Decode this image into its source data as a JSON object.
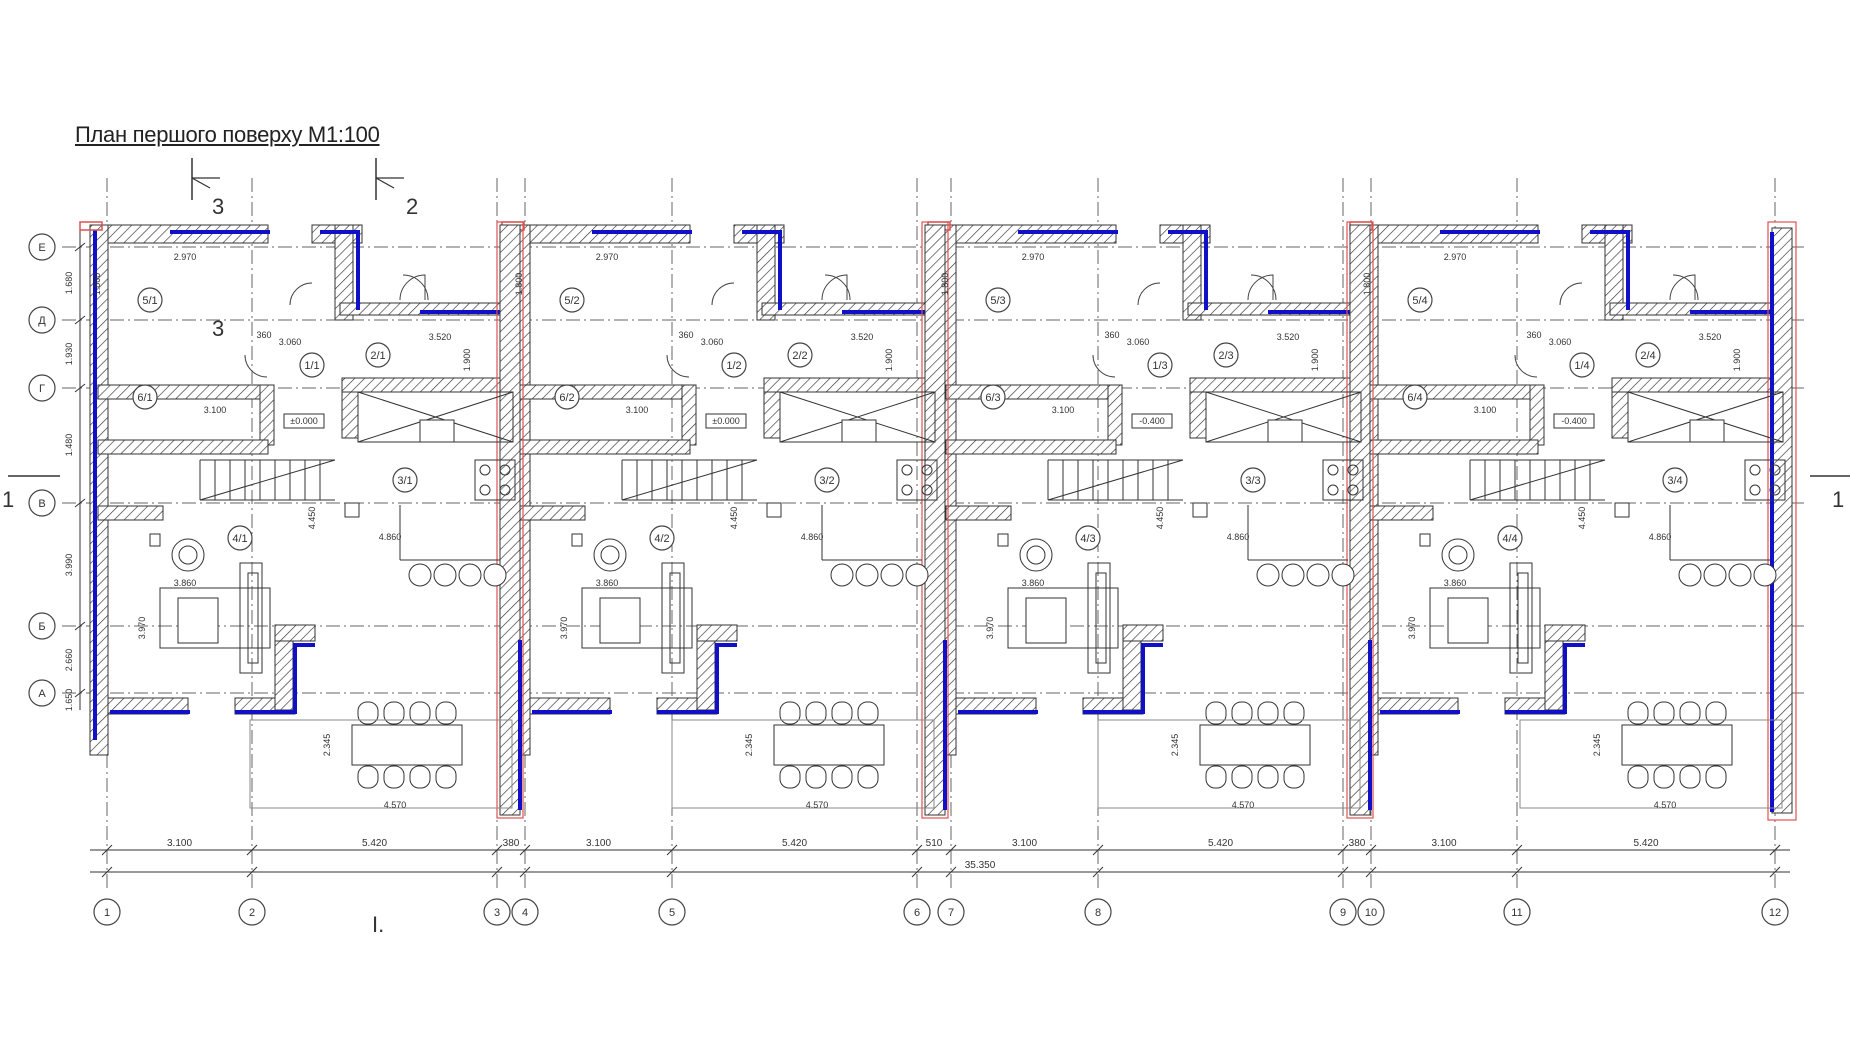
{
  "title": "План першого поверху М1:100",
  "stray_mark": "І.",
  "section_marks": [
    {
      "label": "3"
    },
    {
      "label": "2"
    },
    {
      "label": "3"
    },
    {
      "label": "1"
    },
    {
      "label": "1"
    }
  ],
  "row_axes": [
    "Е",
    "Д",
    "Г",
    "В",
    "Б",
    "А"
  ],
  "col_axes": [
    "1",
    "2",
    "3",
    "4",
    "5",
    "6",
    "7",
    "8",
    "9",
    "10",
    "11",
    "12"
  ],
  "bottom_dims": [
    "3.100",
    "5.420",
    "380",
    "3.100",
    "5.420",
    "510",
    "3.100",
    "5.420",
    "380",
    "3.100",
    "5.420"
  ],
  "total_dim": "35.350",
  "left_dims": [
    "1.680",
    "1.930",
    "1.480",
    "3.990",
    "2.660",
    "1.650"
  ],
  "units": [
    {
      "a": "5/1",
      "b": "1/1",
      "c": "2/1",
      "d": "6/1",
      "e": "3/1",
      "f": "4/1",
      "level": "±0.000"
    },
    {
      "a": "5/2",
      "b": "1/2",
      "c": "2/2",
      "d": "6/2",
      "e": "3/2",
      "f": "4/2",
      "level": "±0.000"
    },
    {
      "a": "5/3",
      "b": "1/3",
      "c": "2/3",
      "d": "6/3",
      "e": "3/3",
      "f": "4/3",
      "level": "-0.400"
    },
    {
      "a": "5/4",
      "b": "1/4",
      "c": "2/4",
      "d": "6/4",
      "e": "3/4",
      "f": "4/4",
      "level": "-0.400"
    }
  ],
  "unit_dims": {
    "d_top": "2.970",
    "d_hall": "3.520",
    "d_hall_left": "3.060",
    "d_wc": "3.100",
    "d_liv_w": "4.860",
    "d_liv_h": "4.450",
    "d_kit": "3.860",
    "d_kit_h": "3.970",
    "d_din_w": "4.570",
    "d_din_h": "2.345",
    "d_small": "1.900",
    "d_small2": "1.800",
    "d_360": "360"
  },
  "colors": {
    "outer_wall": "#1010c8",
    "hatch": "#333333",
    "axis": "#666666",
    "marker": "#e05050"
  }
}
